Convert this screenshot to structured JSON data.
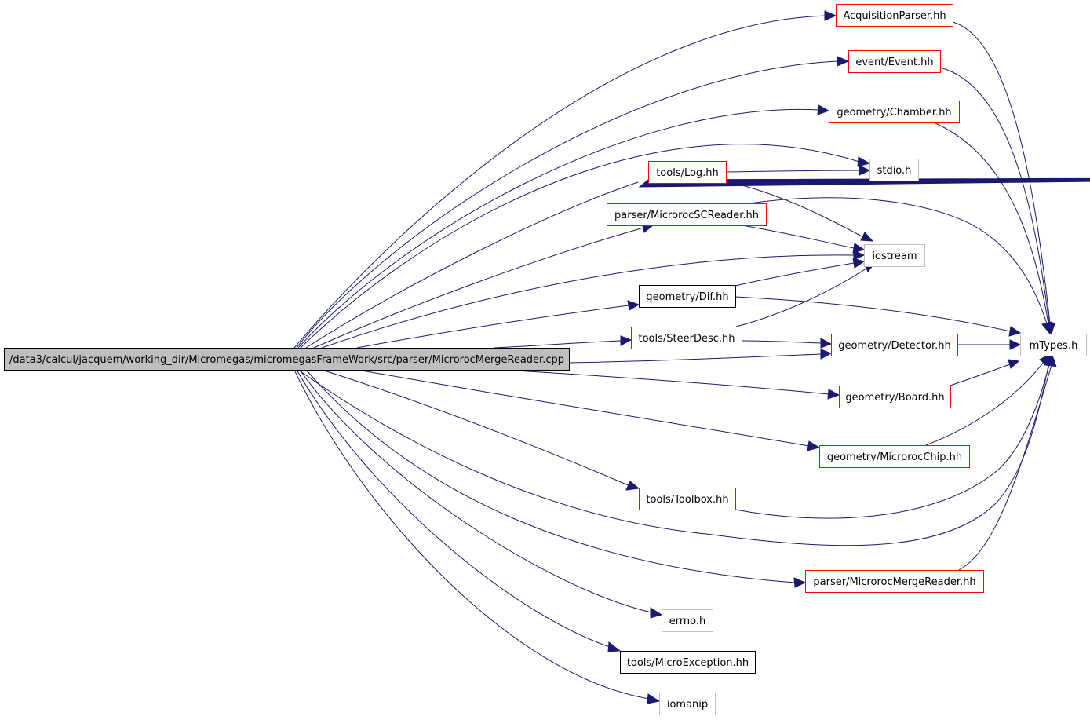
{
  "diagram": {
    "type": "include-dependency-graph",
    "colors": {
      "edge": "#191970",
      "root_fill": "#bfbfbf",
      "root_border": "#000000",
      "documented_border": "#ff0000",
      "documented_no_children_border": "#000000",
      "system_border": "#bfbfbf",
      "node_fill": "#ffffff"
    },
    "nodes": [
      {
        "id": "root",
        "label": "/data3/calcul/jacquem/working_dir/Micromegas/micromegasFrameWork/src/parser/MicrorocMergeReader.cpp",
        "kind": "root"
      },
      {
        "id": "acq",
        "label": "AcquisitionParser.hh",
        "kind": "documented"
      },
      {
        "id": "event",
        "label": "event/Event.hh",
        "kind": "documented"
      },
      {
        "id": "chamber",
        "label": "geometry/Chamber.hh",
        "kind": "documented"
      },
      {
        "id": "stdio",
        "label": "stdio.h",
        "kind": "system"
      },
      {
        "id": "log",
        "label": "tools/Log.hh",
        "kind": "documented"
      },
      {
        "id": "scr",
        "label": "parser/MicrorocSCReader.hh",
        "kind": "documented"
      },
      {
        "id": "iostream",
        "label": "iostream",
        "kind": "system"
      },
      {
        "id": "dif",
        "label": "geometry/Dif.hh",
        "kind": "plain"
      },
      {
        "id": "mtypes",
        "label": "mTypes.h",
        "kind": "system"
      },
      {
        "id": "steer",
        "label": "tools/SteerDesc.hh",
        "kind": "documented"
      },
      {
        "id": "detector",
        "label": "geometry/Detector.hh",
        "kind": "documented"
      },
      {
        "id": "board",
        "label": "geometry/Board.hh",
        "kind": "documented"
      },
      {
        "id": "chip",
        "label": "geometry/MicrorocChip.hh",
        "kind": "documented"
      },
      {
        "id": "toolbox",
        "label": "tools/Toolbox.hh",
        "kind": "documented"
      },
      {
        "id": "mergeh",
        "label": "parser/MicrorocMergeReader.hh",
        "kind": "documented"
      },
      {
        "id": "errno",
        "label": "errno.h",
        "kind": "system"
      },
      {
        "id": "microexc",
        "label": "tools/MicroException.hh",
        "kind": "plain"
      },
      {
        "id": "iomanip",
        "label": "iomanip",
        "kind": "system"
      }
    ],
    "edges": [
      {
        "from": "root",
        "to": "acq"
      },
      {
        "from": "root",
        "to": "event"
      },
      {
        "from": "root",
        "to": "chamber"
      },
      {
        "from": "root",
        "to": "stdio"
      },
      {
        "from": "root",
        "to": "log"
      },
      {
        "from": "root",
        "to": "scr"
      },
      {
        "from": "root",
        "to": "iostream"
      },
      {
        "from": "root",
        "to": "dif"
      },
      {
        "from": "root",
        "to": "steer"
      },
      {
        "from": "root",
        "to": "detector"
      },
      {
        "from": "root",
        "to": "board"
      },
      {
        "from": "root",
        "to": "chip"
      },
      {
        "from": "root",
        "to": "toolbox"
      },
      {
        "from": "root",
        "to": "mtypes"
      },
      {
        "from": "root",
        "to": "mergeh"
      },
      {
        "from": "root",
        "to": "errno"
      },
      {
        "from": "root",
        "to": "microexc"
      },
      {
        "from": "root",
        "to": "iomanip"
      },
      {
        "from": "acq",
        "to": "mtypes"
      },
      {
        "from": "event",
        "to": "mtypes"
      },
      {
        "from": "chamber",
        "to": "mtypes"
      },
      {
        "from": "log",
        "to": "stdio"
      },
      {
        "from": "log",
        "to": "iostream"
      },
      {
        "from": "scr",
        "to": "iostream"
      },
      {
        "from": "scr",
        "to": "mtypes"
      },
      {
        "from": "dif",
        "to": "iostream"
      },
      {
        "from": "dif",
        "to": "mtypes"
      },
      {
        "from": "steer",
        "to": "iostream"
      },
      {
        "from": "steer",
        "to": "detector"
      },
      {
        "from": "detector",
        "to": "mtypes"
      },
      {
        "from": "board",
        "to": "mtypes"
      },
      {
        "from": "chip",
        "to": "mtypes"
      },
      {
        "from": "toolbox",
        "to": "mtypes"
      },
      {
        "from": "mergeh",
        "to": "mtypes"
      }
    ]
  }
}
